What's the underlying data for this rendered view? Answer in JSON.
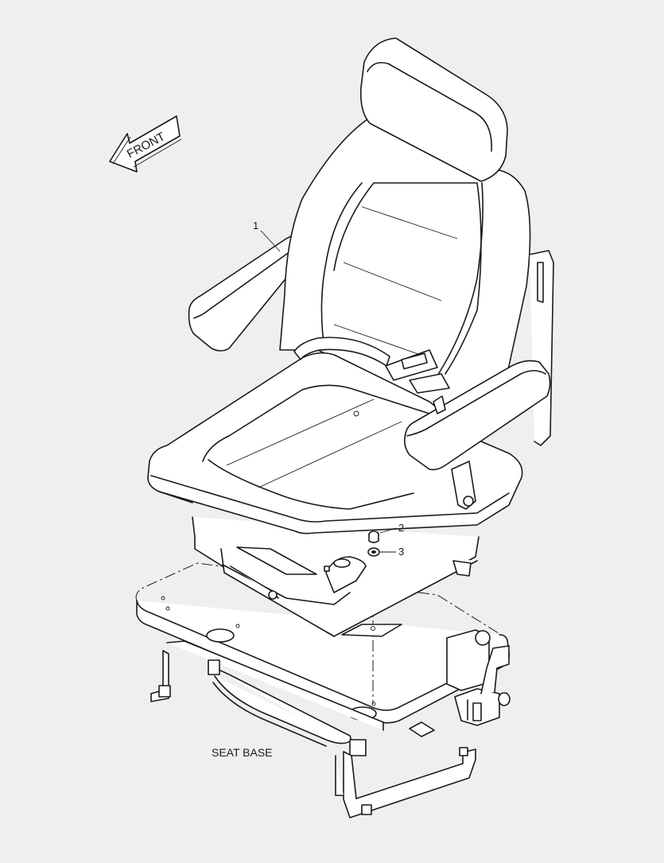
{
  "diagram": {
    "direction_label": "FRONT",
    "callouts": [
      {
        "id": "1"
      },
      {
        "id": "2"
      },
      {
        "id": "3"
      }
    ],
    "assembly_label": "SEAT BASE"
  }
}
